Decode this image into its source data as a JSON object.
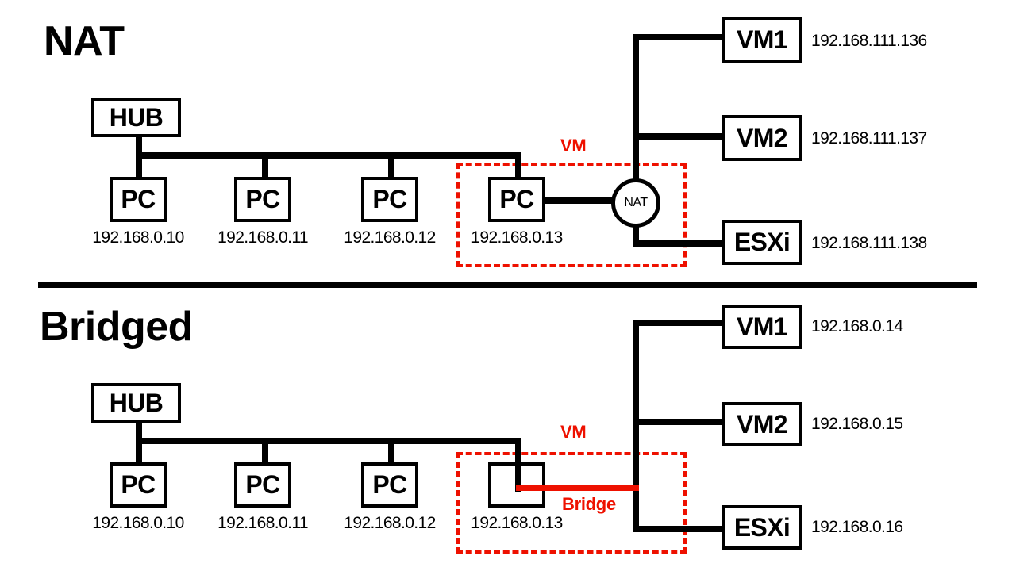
{
  "colors": {
    "accent_red": "#ee1100",
    "line_black": "#000000"
  },
  "nat": {
    "title": "NAT",
    "hub_label": "HUB",
    "pcs": [
      {
        "label": "PC",
        "ip": "192.168.0.10"
      },
      {
        "label": "PC",
        "ip": "192.168.0.11"
      },
      {
        "label": "PC",
        "ip": "192.168.0.12"
      },
      {
        "label": "PC",
        "ip": "192.168.0.13"
      }
    ],
    "vm_group_label": "VM",
    "nat_node_label": "NAT",
    "vms": [
      {
        "label": "VM1",
        "ip": "192.168.111.136"
      },
      {
        "label": "VM2",
        "ip": "192.168.111.137"
      },
      {
        "label": "ESXi",
        "ip": "192.168.111.138"
      }
    ]
  },
  "bridged": {
    "title": "Bridged",
    "hub_label": "HUB",
    "pcs": [
      {
        "label": "PC",
        "ip": "192.168.0.10"
      },
      {
        "label": "PC",
        "ip": "192.168.0.11"
      },
      {
        "label": "PC",
        "ip": "192.168.0.12"
      },
      {
        "label": "",
        "ip": "192.168.0.13"
      }
    ],
    "vm_group_label": "VM",
    "bridge_label": "Bridge",
    "vms": [
      {
        "label": "VM1",
        "ip": "192.168.0.14"
      },
      {
        "label": "VM2",
        "ip": "192.168.0.15"
      },
      {
        "label": "ESXi",
        "ip": "192.168.0.16"
      }
    ]
  }
}
